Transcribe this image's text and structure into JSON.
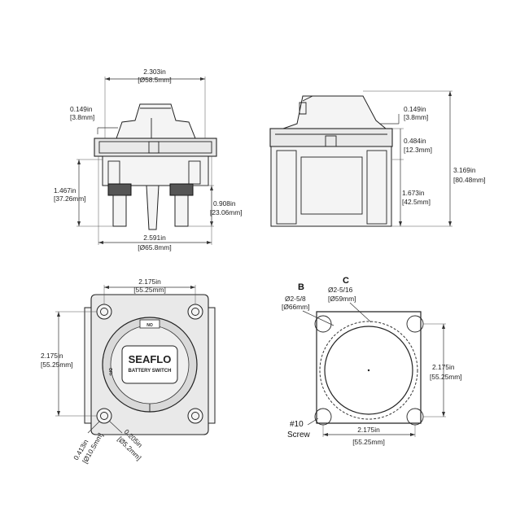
{
  "front_view": {
    "top_width": {
      "value": "2.303in",
      "metric": "[Ø58.5mm]"
    },
    "knob_offset": {
      "value": "0.149in",
      "metric": "[3.8mm]"
    },
    "body_height": {
      "value": "1.467in",
      "metric": "[37.26mm]"
    },
    "stud_height": {
      "value": "0.908in",
      "metric": "[23.06mm]"
    },
    "base_width": {
      "value": "2.591in",
      "metric": "[Ø65.8mm]"
    }
  },
  "side_view": {
    "knob_offset": {
      "value": "0.149in",
      "metric": "[3.8mm]"
    },
    "flange_height": {
      "value": "0.484in",
      "metric": "[12.3mm]"
    },
    "body_height": {
      "value": "1.673in",
      "metric": "[42.5mm]"
    },
    "total_height": {
      "value": "3.169in",
      "metric": "[80.48mm]"
    }
  },
  "top_view": {
    "width": {
      "value": "2.175in",
      "metric": "[55.25mm]"
    },
    "height": {
      "value": "2.175in",
      "metric": "[55.25mm]"
    },
    "hole_large": {
      "value": "0.413in",
      "metric": "[Ø10.5mm]"
    },
    "hole_small": {
      "value": "0.205in",
      "metric": "[Ø5.2mm]"
    },
    "brand": "SEAFLO",
    "subtitle": "BATTERY SWITCH",
    "on_label": "NO",
    "off_label": "OFF"
  },
  "cutout_view": {
    "label_b": "B",
    "label_c": "C",
    "dia_b": {
      "value": "Ø2-5/8",
      "metric": "[Ø66mm]"
    },
    "dia_c": {
      "value": "Ø2-5/16",
      "metric": "[Ø59mm]"
    },
    "height": {
      "value": "2.175in",
      "metric": "[55.25mm]"
    },
    "width": {
      "value": "2.175in",
      "metric": "[55.25mm]"
    },
    "screw_label": "#10",
    "screw_label2": "Screw"
  }
}
